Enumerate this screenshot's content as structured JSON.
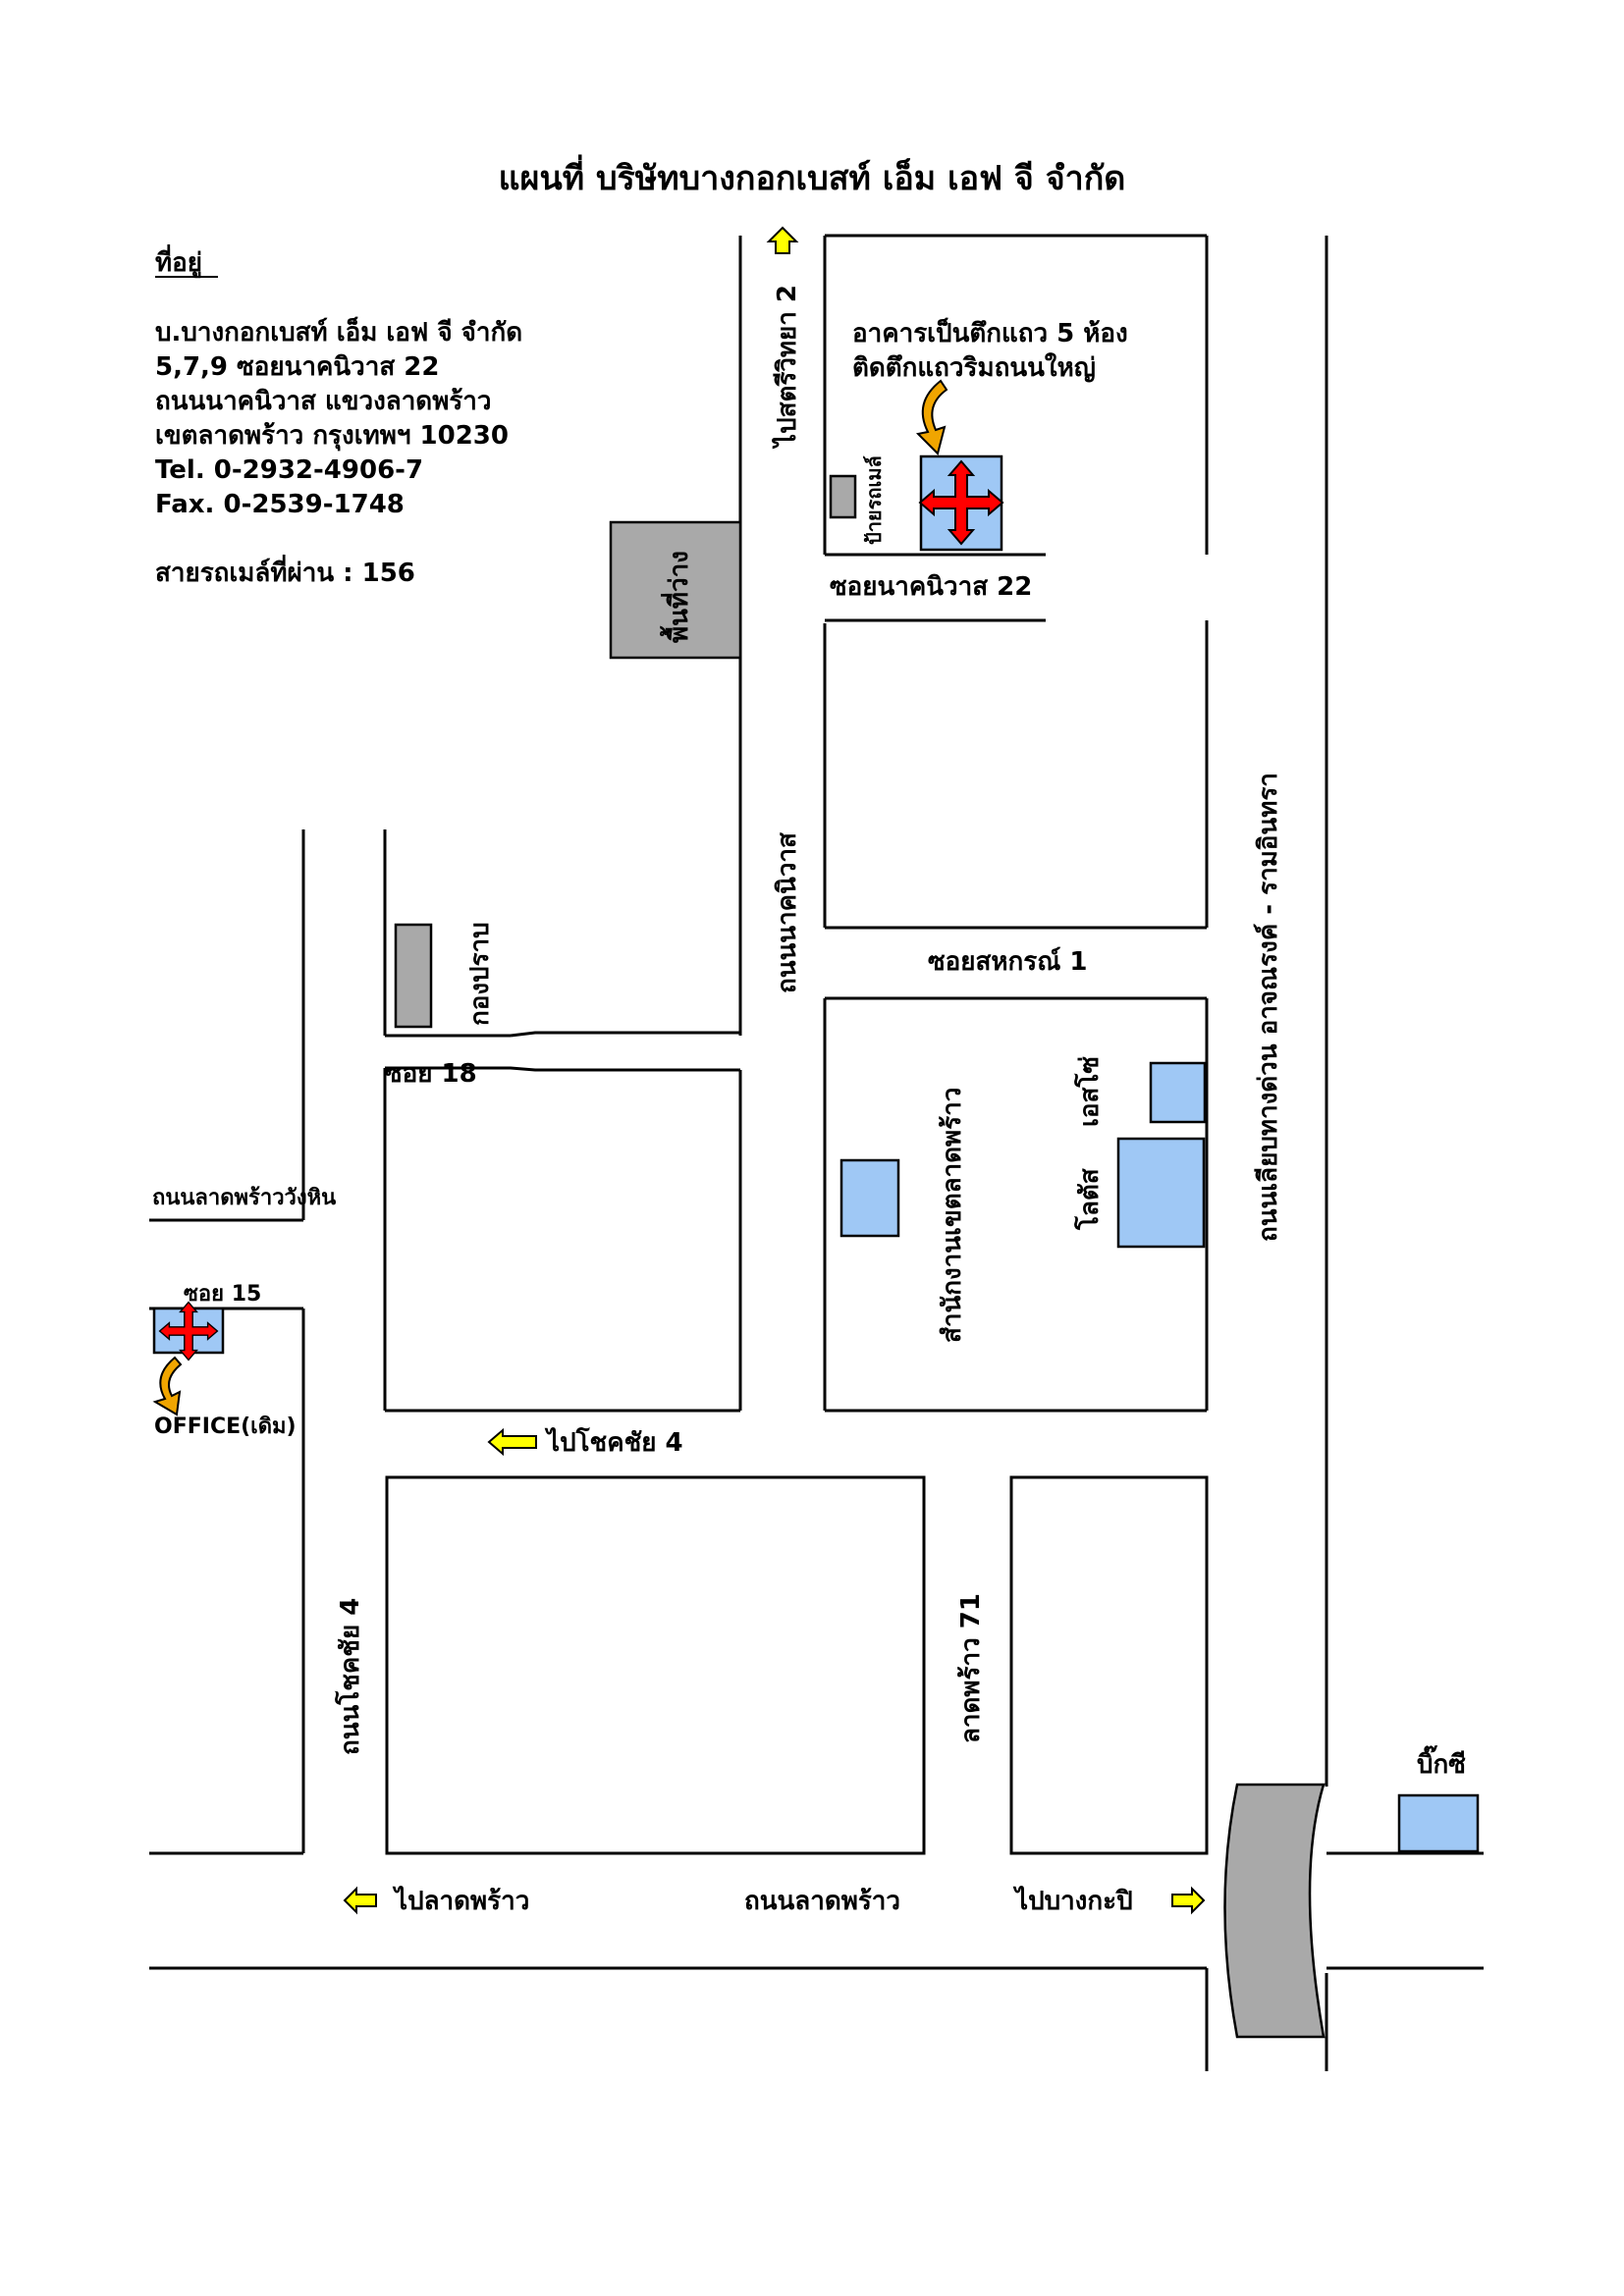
{
  "title": "แผนที่ บริษัทบางกอกเบสท์ เอ็ม เอฟ จี จำกัด",
  "address": {
    "heading": "ที่อยู่",
    "lines": [
      "บ.บางกอกเบสท์ เอ็ม เอฟ จี จำกัด",
      "5,7,9  ซอยนาคนิวาส 22",
      "ถนนนาคนิวาส  แขวงลาดพร้าว",
      "เขตลาดพร้าว  กรุงเทพฯ 10230",
      "Tel. 0-2932-4906-7",
      "Fax. 0-2539-1748"
    ],
    "bus": "สายรถเมล์ที่ผ่าน : 156"
  },
  "note": {
    "line1": "อาคารเป็นตึกแถว 5 ห้อง",
    "line2": "ติดตึกแถวริมถนนใหญ่"
  },
  "labels": {
    "to_sathit": "ไปสตรีวิทยา 2",
    "bus_stop": "ป้ายรถเมล์",
    "soi_nak22": "ซอยนาคนิวาส 22",
    "vacant": "พื้นที่ว่าง",
    "nak_road": "ถนนนาคนิวาส",
    "soi_sahakorn": "ซอยสหกรณ์ 1",
    "expressway": "ถนนเลียบทางด่วน อาจณรงค์ - รามอินทรา",
    "kongpraban": "กองปราบ",
    "soi18": "ซอย 18",
    "ladprao_wanghin": "ถนนลาดพร้าววังหิน",
    "soi15": "ซอย 15",
    "office_old": "OFFICE(เดิม)",
    "district_office": "สำนักงานเขตลาดพร้าว",
    "esso": "เอสโซ่",
    "lotus": "โลตัส",
    "to_chokchai4": "ไปโชคชัย 4",
    "chokchai4_road": "ถนนโชคชัย 4",
    "ladprao71": "ลาดพร้าว 71",
    "bigc": "บิ๊กซี",
    "to_ladprao": "ไปลาดพร้าว",
    "ladprao_road": "ถนนลาดพร้าว",
    "to_bangkapi": "ไปบางกะปิ"
  },
  "colors": {
    "building": "#9fc8f5",
    "landmark_gray": "#a9a9a9",
    "direction_arrow": "#ffff00",
    "location_marker": "#ff0000",
    "pointer_arrow": "#f0a500"
  },
  "icons": {
    "location_marker": "red-four-way-arrow",
    "direction_arrow": "yellow-block-arrow",
    "pointer_arrow": "curved-orange-arrow"
  }
}
